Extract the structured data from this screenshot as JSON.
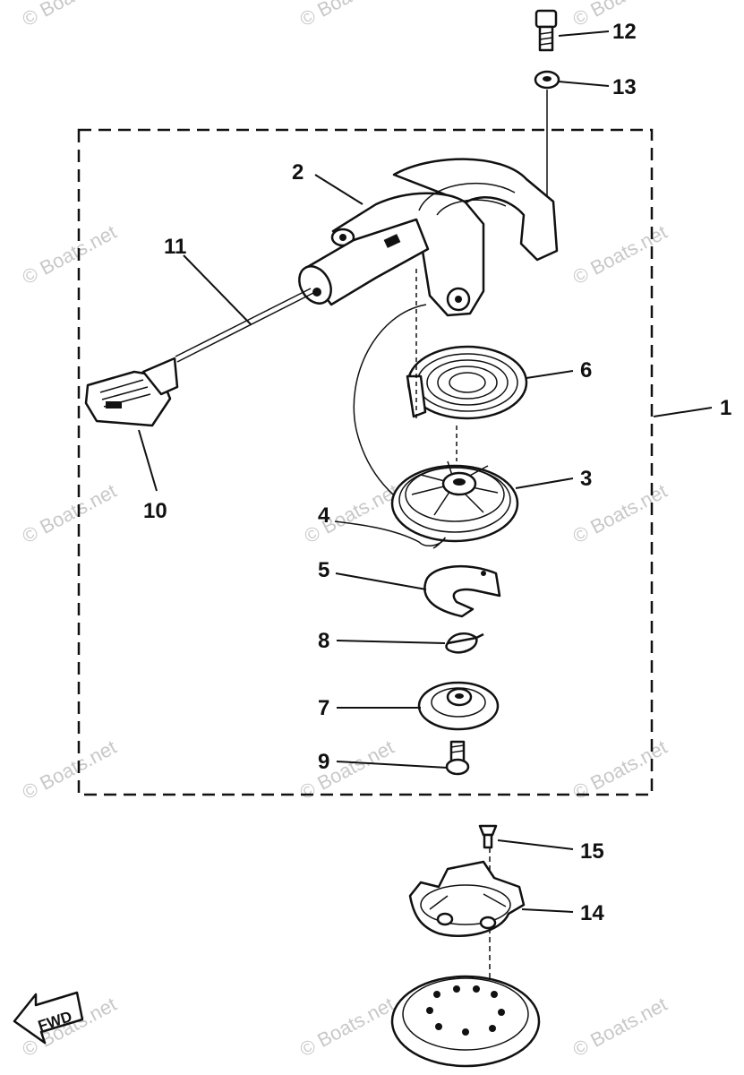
{
  "watermark": "© Boats.net",
  "direction_label": "FWD",
  "callouts": [
    {
      "id": "1",
      "text": "1"
    },
    {
      "id": "2",
      "text": "2"
    },
    {
      "id": "3",
      "text": "3"
    },
    {
      "id": "4",
      "text": "4"
    },
    {
      "id": "5",
      "text": "5"
    },
    {
      "id": "6",
      "text": "6"
    },
    {
      "id": "7",
      "text": "7"
    },
    {
      "id": "8",
      "text": "8"
    },
    {
      "id": "9",
      "text": "9"
    },
    {
      "id": "10",
      "text": "10"
    },
    {
      "id": "11",
      "text": "11"
    },
    {
      "id": "12",
      "text": "12"
    },
    {
      "id": "13",
      "text": "13"
    },
    {
      "id": "14",
      "text": "14"
    },
    {
      "id": "15",
      "text": "15"
    }
  ]
}
